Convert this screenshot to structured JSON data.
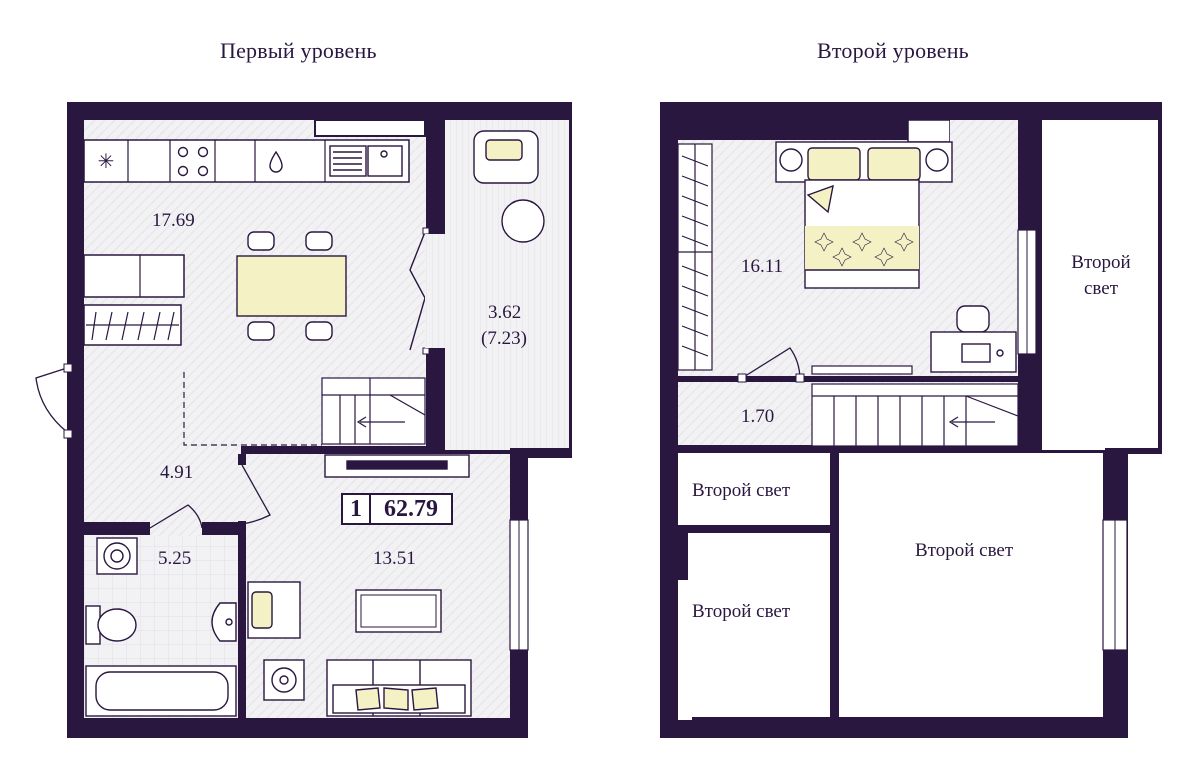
{
  "levels": {
    "first": "Первый уровень",
    "second": "Второй уровень"
  },
  "rooms": {
    "kitchen": "17.69",
    "balcony": "3.62",
    "balcony_total": "(7.23)",
    "hall": "4.91",
    "bathroom": "5.25",
    "living": "13.51",
    "bedroom": "16.11",
    "landing": "1.70"
  },
  "second_light": {
    "right_tall_line1": "Второй",
    "right_tall_line2": "свет",
    "small_box": "Второй свет",
    "big_box": "Второй свет",
    "left_box": "Второй свет"
  },
  "summary": {
    "rooms": "1",
    "area": "62.79"
  },
  "colors": {
    "wall": "#2a1740",
    "floor": "#f1f1f3",
    "accent": "#f4f2c4"
  }
}
